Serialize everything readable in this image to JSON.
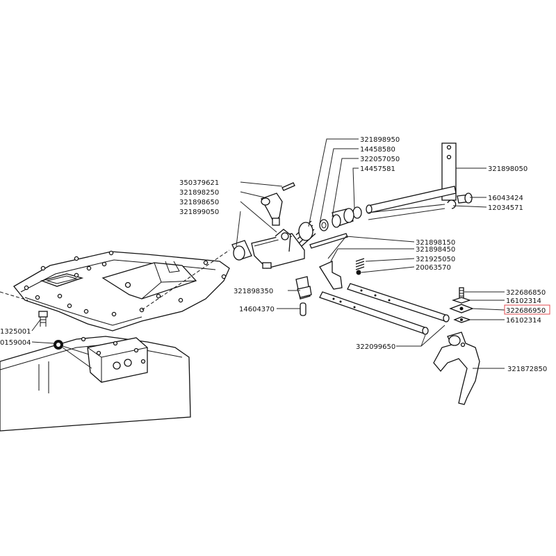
{
  "diagram": {
    "highlighted_part": "322686950",
    "highlight_color": "#e0484c",
    "callouts": [
      {
        "id": "c01",
        "text": "321898950"
      },
      {
        "id": "c02",
        "text": "14458580"
      },
      {
        "id": "c03",
        "text": "322057050"
      },
      {
        "id": "c04",
        "text": "14457581"
      },
      {
        "id": "c05",
        "text": "321898050"
      },
      {
        "id": "c06",
        "text": "350379621"
      },
      {
        "id": "c07",
        "text": "321898250"
      },
      {
        "id": "c08",
        "text": "321898650"
      },
      {
        "id": "c09",
        "text": "321899050"
      },
      {
        "id": "c10",
        "text": "16043424"
      },
      {
        "id": "c11",
        "text": "12034571"
      },
      {
        "id": "c12",
        "text": "321898150"
      },
      {
        "id": "c13",
        "text": "321898450"
      },
      {
        "id": "c14",
        "text": "321925050"
      },
      {
        "id": "c15",
        "text": "20063570"
      },
      {
        "id": "c16",
        "text": "321898350"
      },
      {
        "id": "c17",
        "text": "14604370"
      },
      {
        "id": "c18",
        "text": "322686850"
      },
      {
        "id": "c19",
        "text": "16102314"
      },
      {
        "id": "c20",
        "text": "322686950"
      },
      {
        "id": "c21",
        "text": "16102314"
      },
      {
        "id": "c22",
        "text": "1325001"
      },
      {
        "id": "c23",
        "text": "0159004"
      },
      {
        "id": "c24",
        "text": "322099650"
      },
      {
        "id": "c25",
        "text": "321872850"
      }
    ]
  }
}
